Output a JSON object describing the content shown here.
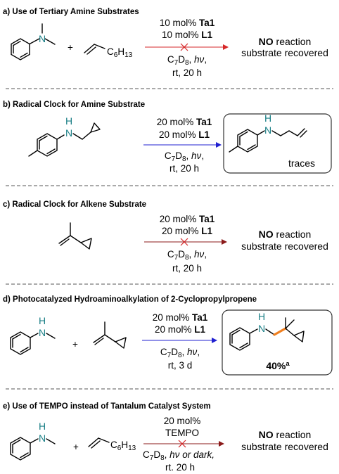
{
  "sections": [
    {
      "header": "a) Use of Tertiary Amine Substrates",
      "cond1": [
        "10 mol% ",
        "Ta1"
      ],
      "cond2": [
        "10 mol% ",
        "L1"
      ],
      "plus": "+",
      "hexyl": [
        "C",
        "6",
        "H",
        "13"
      ],
      "solvent": [
        "C",
        "7",
        "D",
        "8",
        ", ",
        "hν",
        ","
      ],
      "time": "rt, 20 h",
      "arrow_color": "#d62728",
      "blocked": true,
      "result_bold": "NO",
      "result_rest": " reaction",
      "result2": "substrate recovered"
    },
    {
      "header": "b) Radical Clock for Amine Substrate",
      "cond1": [
        "20 mol% ",
        "Ta1"
      ],
      "cond2": [
        "20 mol% ",
        "L1"
      ],
      "solvent": [
        "C",
        "7",
        "D",
        "8",
        ", ",
        "hν",
        ","
      ],
      "time": "rt, 20 h",
      "arrow_color": "#2020d0",
      "blocked": false,
      "product_label": "traces"
    },
    {
      "header": "c) Radical Clock for Alkene Substrate",
      "cond1": [
        "20 mol% ",
        "Ta1"
      ],
      "cond2": [
        "20 mol% ",
        "L1"
      ],
      "solvent": [
        "C",
        "7",
        "D",
        "8",
        ", ",
        "hν",
        ","
      ],
      "time": "rt, 20 h",
      "arrow_color": "#8b1a1a",
      "blocked": true,
      "result_bold": "NO",
      "result_rest": " reaction",
      "result2": "substrate recovered"
    },
    {
      "header": "d) Photocatalyzed Hydroaminoalkylation of 2-Cyclopropylpropene",
      "cond1": [
        "20 mol% ",
        "Ta1"
      ],
      "cond2": [
        "20 mol% ",
        "L1"
      ],
      "plus": "+",
      "solvent": [
        "C",
        "7",
        "D",
        "8",
        ", ",
        "hν",
        ","
      ],
      "time": "rt, 3 d",
      "arrow_color": "#2020d0",
      "blocked": false,
      "yield": "40%",
      "yield_sup": "a",
      "bond_color": "#f07f1e"
    },
    {
      "header": "e) Use of TEMPO instead of Tantalum Catalyst System",
      "cond1": "20 mol%",
      "cond2": "TEMPO",
      "plus": "+",
      "hexyl": [
        "C",
        "6",
        "H",
        "13"
      ],
      "solvent": [
        "C",
        "7",
        "D",
        "8",
        ", ",
        "hν",
        " or dark,"
      ],
      "time": "rt. 20 h",
      "arrow_color": "#8b1a1a",
      "blocked": true,
      "result_bold": "NO",
      "result_rest": " reaction",
      "result2": "substrate recovered"
    }
  ],
  "atoms": {
    "N": "N",
    "H": "H"
  },
  "colors": {
    "nitrogen": "#1a7f86",
    "cross": "#d62728"
  }
}
